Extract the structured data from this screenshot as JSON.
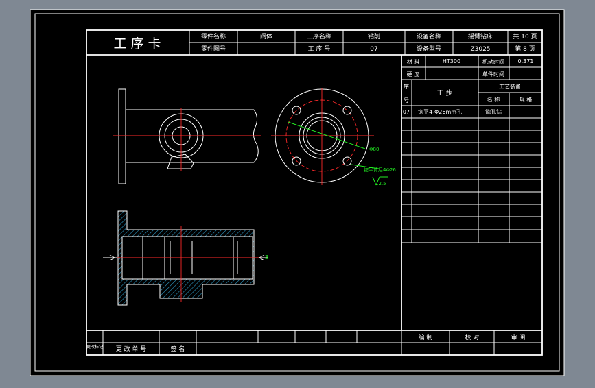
{
  "colors": {
    "background": "#7f8893",
    "sheet": "#000000",
    "line": "#ffffff",
    "center_line": "#ff2a2a",
    "dimension": "#22ee22",
    "hatch": "#2e9ac7"
  },
  "header": {
    "title": "工  序  卡",
    "part_name_label": "零件名称",
    "part_name_value": "阀体",
    "part_drawing_label": "零件图号",
    "process_name_label": "工序名称",
    "process_name_value": "钻削",
    "process_no_label": "工  序  号",
    "process_no_value": "07",
    "equipment_name_label": "设备名称",
    "equipment_name_value": "摇臂钻床",
    "equipment_model_label": "设备型号",
    "equipment_model_value": "Z3025",
    "total_pages": "共 10 页",
    "page_no": "第 8 页"
  },
  "info": {
    "material_label": "材  料",
    "material_value": "HT300",
    "machine_time_label": "机动时间",
    "machine_time_value": "0.371",
    "hardness_label": "硬  度",
    "unit_time_label": "单件时间"
  },
  "steps": {
    "seq_label_top": "序",
    "seq_label_bottom": "号",
    "step_label": "工  步",
    "equip_label": "工艺装备",
    "name_label": "名  称",
    "spec_label": "规  格",
    "rows": [
      {
        "no": "07",
        "desc": "锪平4-Φ26mm孔",
        "tool": "锪孔钻",
        "spec": ""
      }
    ]
  },
  "footer": {
    "change_mark": "更改标记",
    "change_no": "更 改 单 号",
    "sign": "签  名",
    "compile": "编  制",
    "check": "校  对",
    "review": "审  阅"
  },
  "annotations": {
    "dia_label": "Φ80",
    "spotface_label": "锪平背后4Φ26",
    "roughness": "12.5",
    "datum_mark": "3"
  }
}
